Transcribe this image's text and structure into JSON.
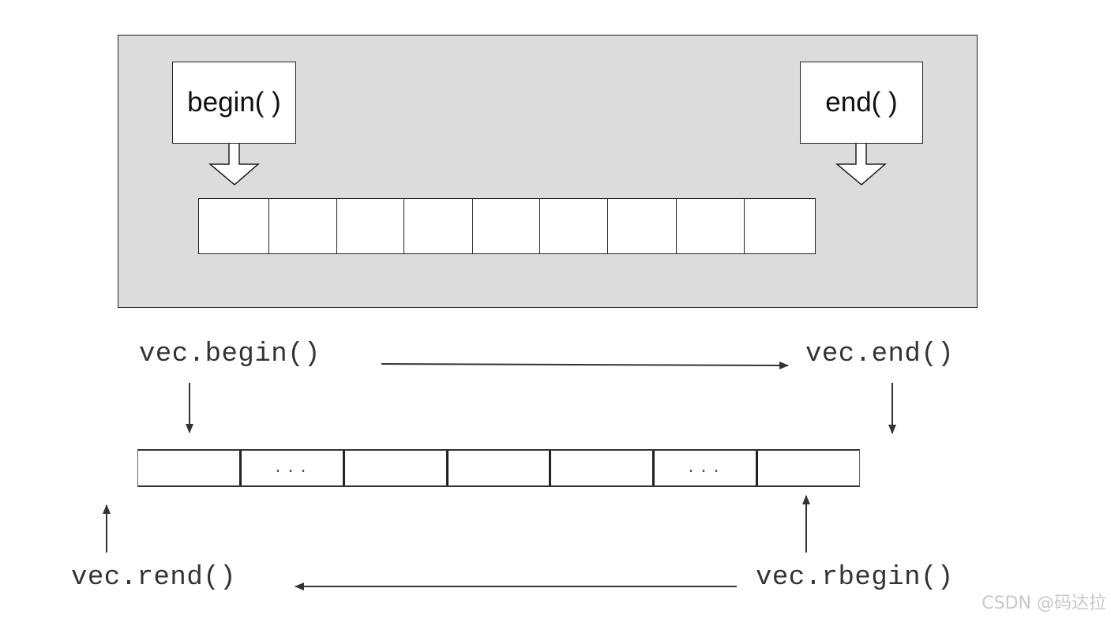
{
  "top_diagram": {
    "begin_label": "begin( )",
    "end_label": "end( )",
    "cell_count": 9
  },
  "bottom_diagram": {
    "vec_begin": "vec.begin()",
    "vec_end": "vec.end()",
    "vec_rend": "vec.rend()",
    "vec_rbegin": "vec.rbegin()",
    "cells": [
      "",
      "...",
      "",
      "",
      "",
      "...",
      ""
    ]
  },
  "watermark": "CSDN @码达拉"
}
